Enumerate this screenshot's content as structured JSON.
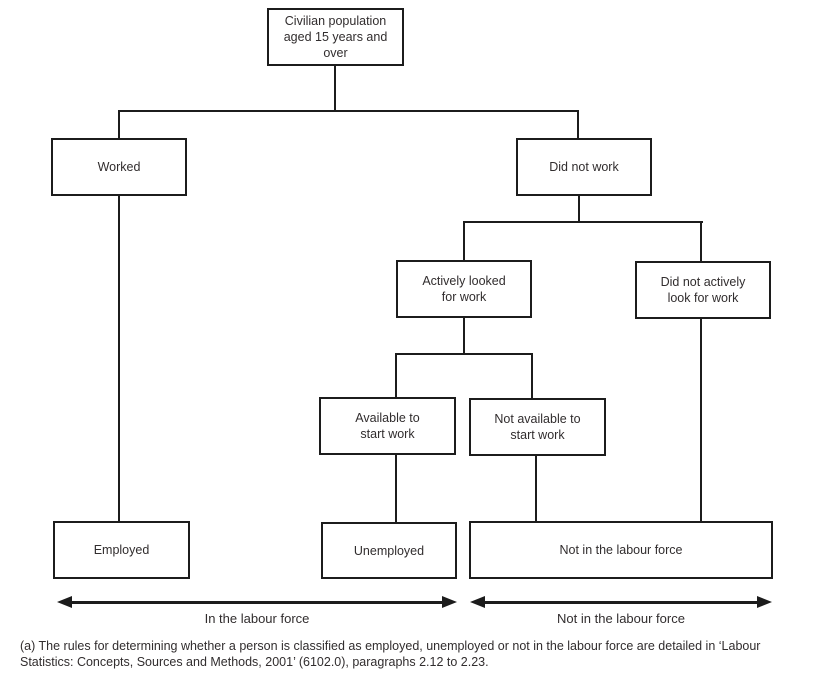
{
  "diagram": {
    "nodes": {
      "civilian_population": {
        "label": [
          "Civilian population",
          "aged 15 years and",
          "over"
        ]
      },
      "worked": {
        "label": "Worked"
      },
      "did_not_work": {
        "label": "Did not work"
      },
      "actively_looked": {
        "label": [
          "Actively looked",
          "for work"
        ]
      },
      "did_not_actively_look": {
        "label": [
          "Did not actively",
          "look for work"
        ]
      },
      "available_to_start": {
        "label": [
          "Available to",
          "start work"
        ]
      },
      "not_available_to_start": {
        "label": [
          "Not available to",
          "start work"
        ]
      },
      "employed": {
        "label": "Employed"
      },
      "unemployed": {
        "label": "Unemployed"
      },
      "not_in_labour_force": {
        "label": "Not in the labour force"
      }
    },
    "arrow_labels": {
      "in_labour_force": "In the labour force",
      "not_in_labour_force": "Not in the labour force"
    },
    "footnote": {
      "lines": [
        "(a) The rules for determining whether a person is classified as employed, unemployed or not in the labour force are detailed in ‘Labour",
        "Statistics: Concepts, Sources and Methods, 2001’ (6102.0), paragraphs 2.12 to 2.23."
      ]
    },
    "colors": {
      "line": "#1c1c1c",
      "text": "#312d2e",
      "background": "#ffffff"
    }
  }
}
